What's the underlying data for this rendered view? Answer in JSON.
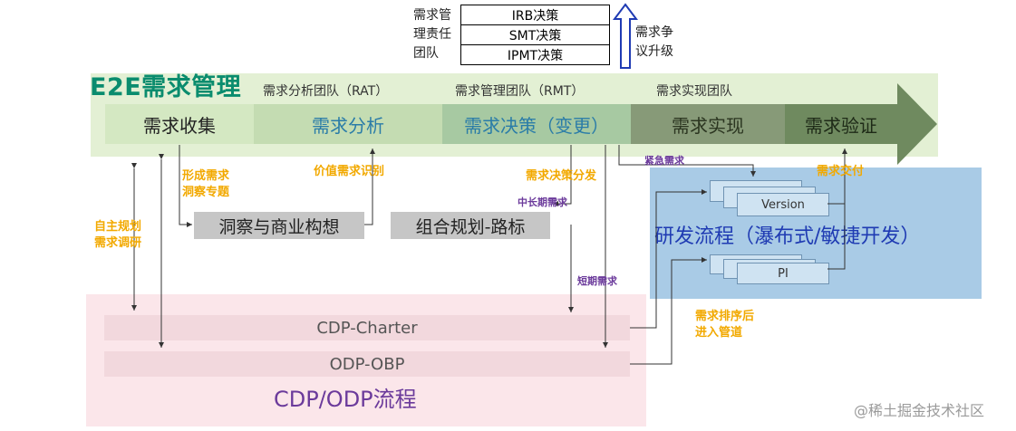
{
  "escalation": {
    "manager_label": [
      "需求管",
      "理责任",
      "团队"
    ],
    "decisions": [
      "IRB决策",
      "SMT决策",
      "IPMT决策"
    ],
    "escalate_label": [
      "需求争",
      "议升级"
    ]
  },
  "e2e": {
    "title": "E2E需求管理",
    "teams": [
      "需求分析团队（RAT）",
      "需求管理团队（RMT）",
      "需求实现团队"
    ],
    "stages": [
      "需求收集",
      "需求分析",
      "需求决策（变更）",
      "需求实现",
      "需求验证"
    ]
  },
  "activities": {
    "insight": "洞察与商业构想",
    "portfolio": "组合规划-路标"
  },
  "labels": {
    "self_planning": [
      "自主规划",
      "需求调研"
    ],
    "insight_topic": [
      "形成需求",
      "洞察专题"
    ],
    "value_req": "价值需求识别",
    "decision_dispatch": "需求决策分发",
    "mid_long": "中长期需求",
    "short_term": "短期需求",
    "urgent": "紧急需求",
    "delivery": "需求交付",
    "pipeline": [
      "需求排序后",
      "进入管道"
    ]
  },
  "rd": {
    "cards": [
      "Version",
      "PI"
    ],
    "title": "研发流程（瀑布式/敏捷开发）"
  },
  "cdp": {
    "bars": [
      "CDP-Charter",
      "ODP-OBP"
    ],
    "title": "CDP/ODP流程"
  },
  "watermark": "@稀土掘金技术社区"
}
